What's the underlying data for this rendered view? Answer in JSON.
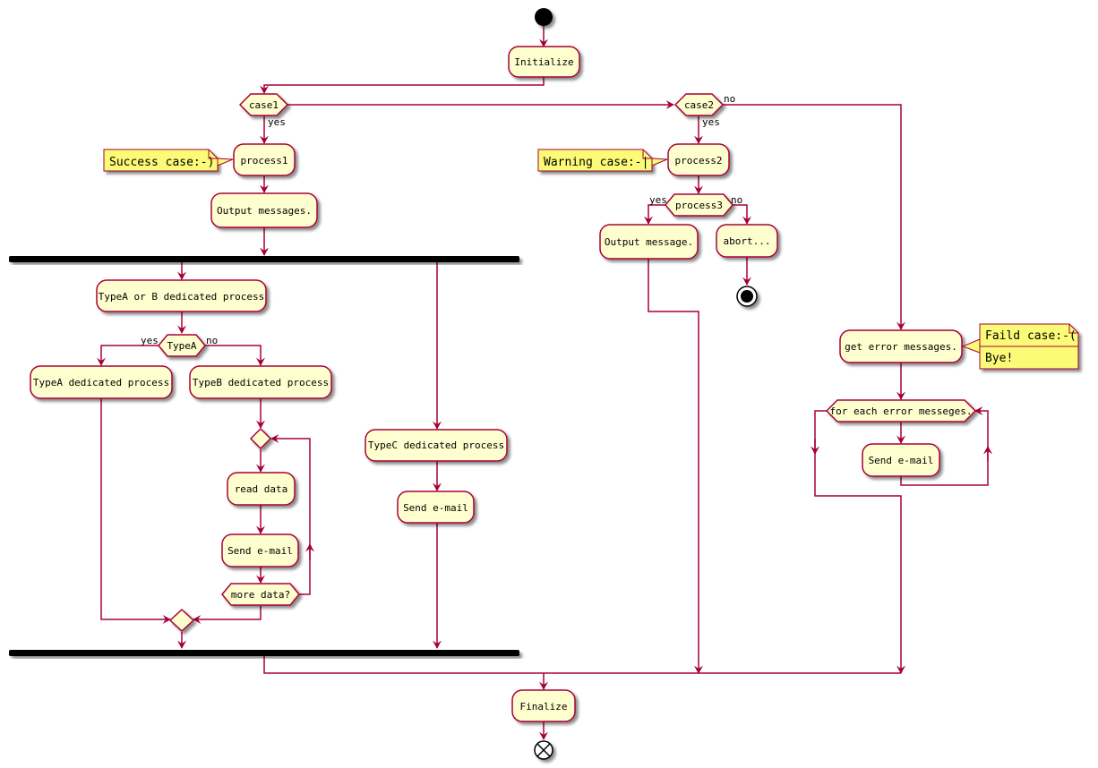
{
  "activities": {
    "initialize": "Initialize",
    "process1": "process1",
    "output_messages": "Output messages.",
    "typeab": "TypeA or B dedicated process",
    "typea": "TypeA dedicated process",
    "typeb": "TypeB dedicated process",
    "read_data": "read data",
    "send_email_loop": "Send e-mail",
    "typec": "TypeC dedicated process",
    "send_email_c": "Send e-mail",
    "process2": "process2",
    "output_message": "Output message.",
    "abort": "abort...",
    "get_error": "get error messages.",
    "send_email_err": "Send e-mail",
    "finalize": "Finalize"
  },
  "decisions": {
    "case1": "case1",
    "case2": "case2",
    "typea": "TypeA",
    "process3": "process3",
    "more_data": "more data?",
    "for_each": "for each error messeges."
  },
  "labels": {
    "yes": "yes",
    "no": "no"
  },
  "notes": {
    "success": "Success case:-)",
    "warning": "Warning case:-|",
    "failed_line1": "Faild case:-(",
    "failed_line2": "Bye!"
  }
}
